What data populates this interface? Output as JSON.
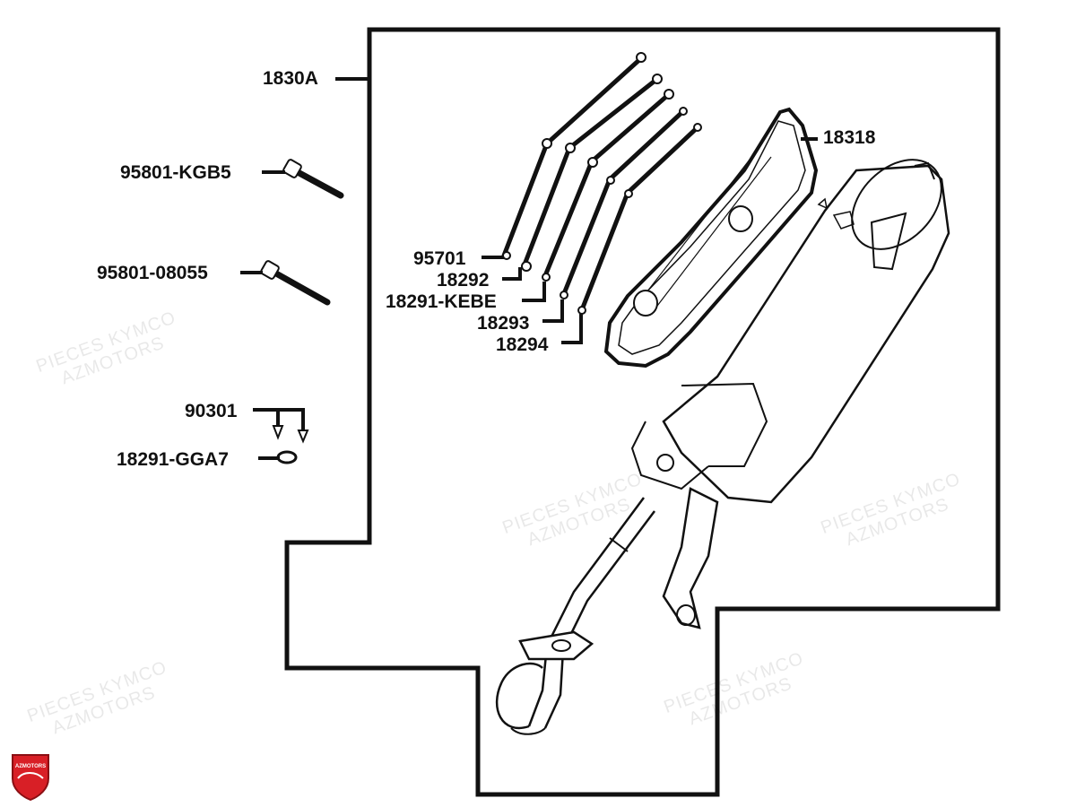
{
  "diagram": {
    "part_labels": [
      {
        "id": "1830a",
        "text": "1830A"
      },
      {
        "id": "18318",
        "text": "18318"
      },
      {
        "id": "95801-kgb5",
        "text": "95801-KGB5"
      },
      {
        "id": "95801-08055",
        "text": "95801-08055"
      },
      {
        "id": "95701",
        "text": "95701"
      },
      {
        "id": "18292",
        "text": "18292"
      },
      {
        "id": "18291-kebe",
        "text": "18291-KEBE"
      },
      {
        "id": "18293",
        "text": "18293"
      },
      {
        "id": "18294",
        "text": "18294"
      },
      {
        "id": "90301",
        "text": "90301"
      },
      {
        "id": "18291-gga7",
        "text": "18291-GGA7"
      }
    ],
    "watermark": {
      "line1": "PIECES KYMCO",
      "line2": "AZMOTORS"
    },
    "logo": {
      "text": "AZMOTORS",
      "color": "#d81f26"
    }
  }
}
